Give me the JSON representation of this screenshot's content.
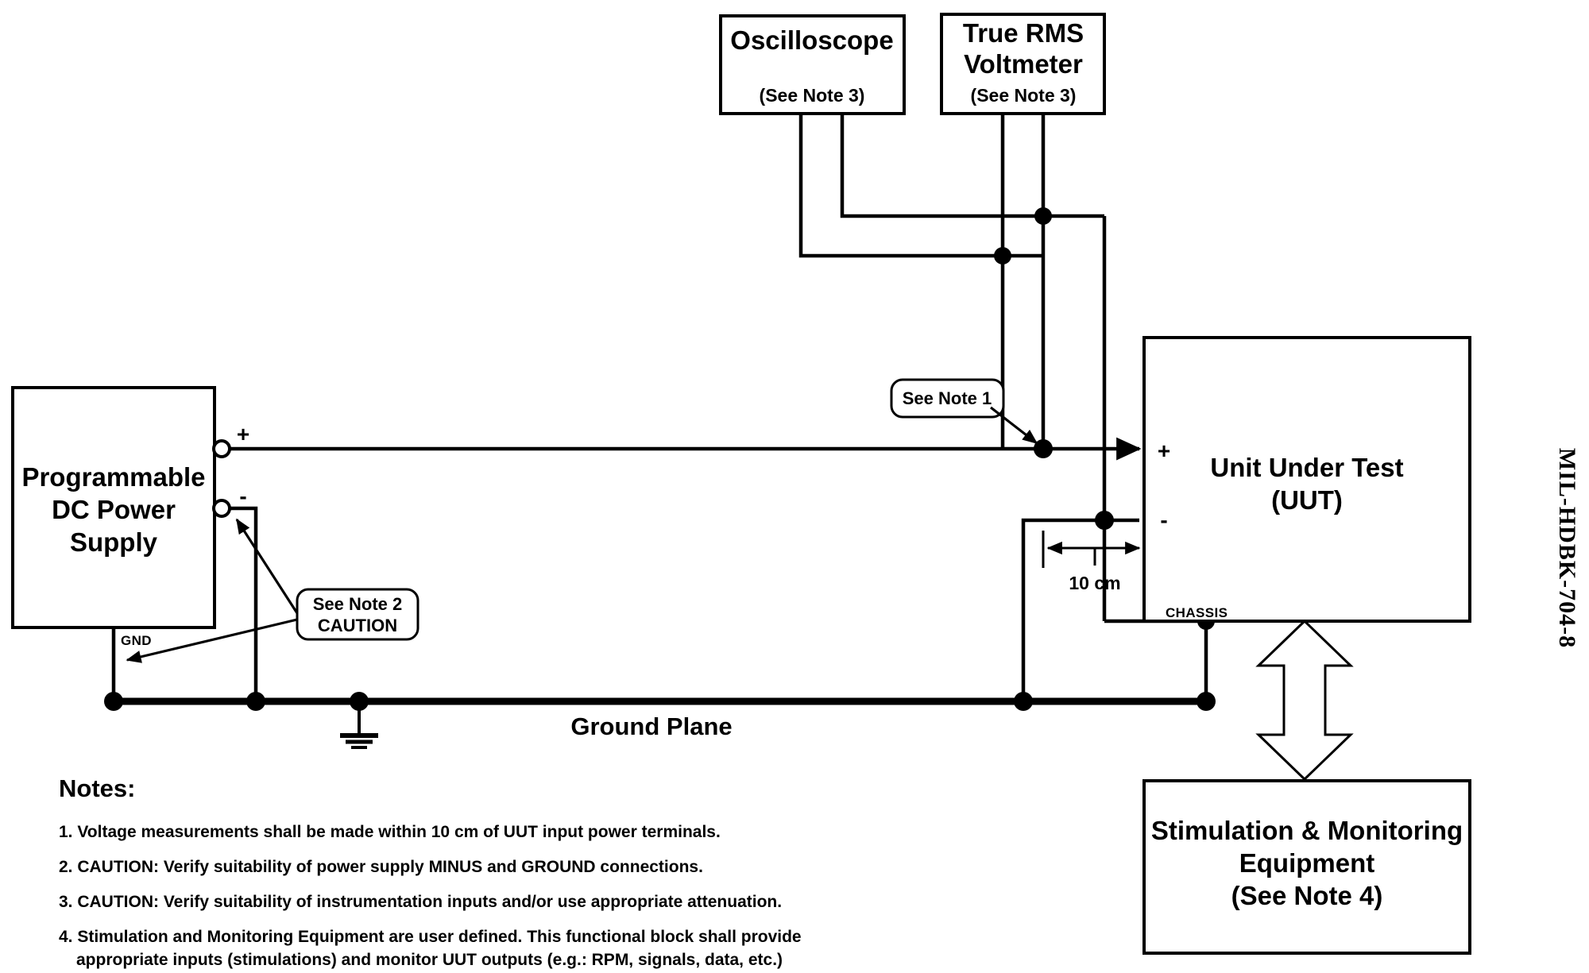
{
  "document": {
    "standard_id": "MIL-HDBK-704-8",
    "title_implied": "DC Test Setup Block Diagram"
  },
  "blocks": {
    "oscilloscope": {
      "title": "Oscilloscope",
      "subtitle": "(See Note 3)"
    },
    "voltmeter": {
      "title_line1": "True RMS",
      "title_line2": "Voltmeter",
      "subtitle": "(See Note 3)"
    },
    "power_supply": {
      "line1": "Programmable",
      "line2": "DC Power",
      "line3": "Supply",
      "terminal_plus": "+",
      "terminal_minus": "-",
      "ground_label": "GND"
    },
    "uut": {
      "line1": "Unit Under Test",
      "line2": "(UUT)",
      "terminal_plus": "+",
      "terminal_minus": "-",
      "chassis_label": "CHASSIS"
    },
    "stim_mon": {
      "line1": "Stimulation & Monitoring",
      "line2": "Equipment",
      "line3": "(See Note 4)"
    }
  },
  "callouts": {
    "note1": {
      "text": "See Note 1"
    },
    "note2": {
      "line1": "See Note 2",
      "line2": "CAUTION"
    }
  },
  "labels": {
    "dimension": "10 cm",
    "ground_plane": "Ground Plane"
  },
  "notes": {
    "heading": "Notes:",
    "items": [
      "1. Voltage measurements shall be made within 10 cm of UUT input power terminals.",
      "2. CAUTION: Verify suitability of power supply MINUS and GROUND connections.",
      "3. CAUTION: Verify suitability of instrumentation inputs and/or use appropriate attenuation.",
      "4. Stimulation and Monitoring Equipment are user defined. This functional block shall provide",
      "appropriate inputs (stimulations) and monitor UUT outputs (e.g.: RPM, signals, data, etc.)"
    ]
  },
  "colors": {
    "line": "#000000",
    "background": "#ffffff",
    "fill": "#ffffff"
  }
}
